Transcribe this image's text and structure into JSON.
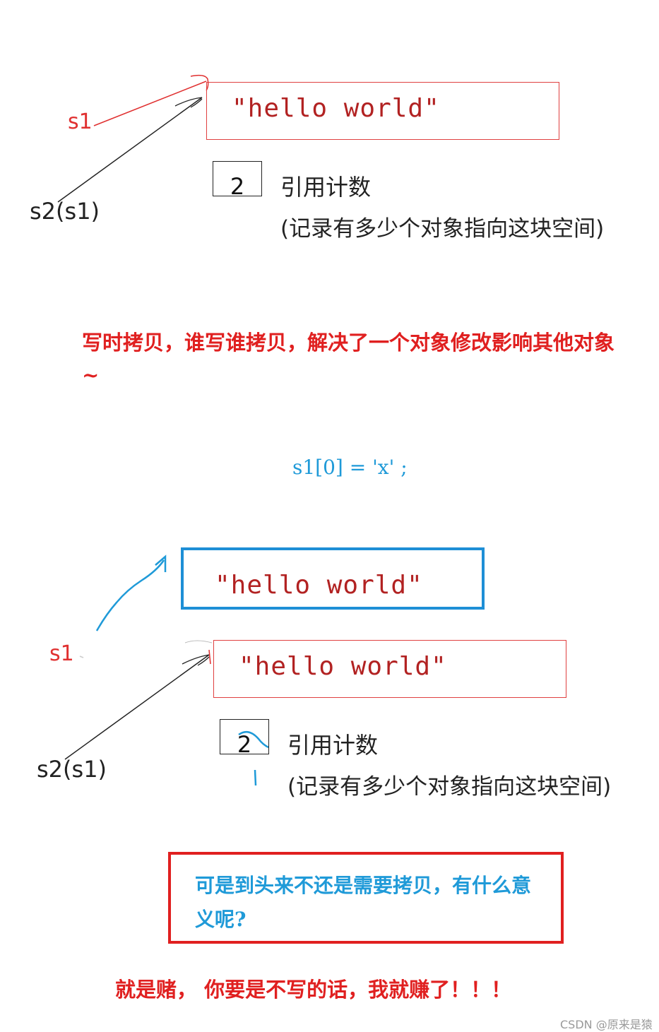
{
  "top": {
    "string": "\"hello world\"",
    "s1_label": "s1",
    "s2_label": "s2(s1)",
    "count": "2",
    "count_label": "引用计数",
    "count_note": "(记录有多少个对象指向这块空间)"
  },
  "cow_note": "写时拷贝，谁写谁拷贝，解决了一个对象修改影响其他对象~",
  "code": "s1[0] = 'x' ;",
  "bottom": {
    "new_string": "\"hello world\"",
    "string": "\"hello world\"",
    "s1_label": "s1",
    "s2_label": "s2(s1)",
    "count": "2",
    "count_label": "引用计数",
    "count_note": "(记录有多少个对象指向这块空间)"
  },
  "question": "可是到头来不还是需要拷贝，有什么意义呢?",
  "answer": "就是赌， 你要是不写的话，我就赚了！！！",
  "watermark": "CSDN @原来是猿",
  "colors": {
    "red": "#e02020",
    "blue": "#1f9ad8",
    "dark_red": "#b22222"
  }
}
